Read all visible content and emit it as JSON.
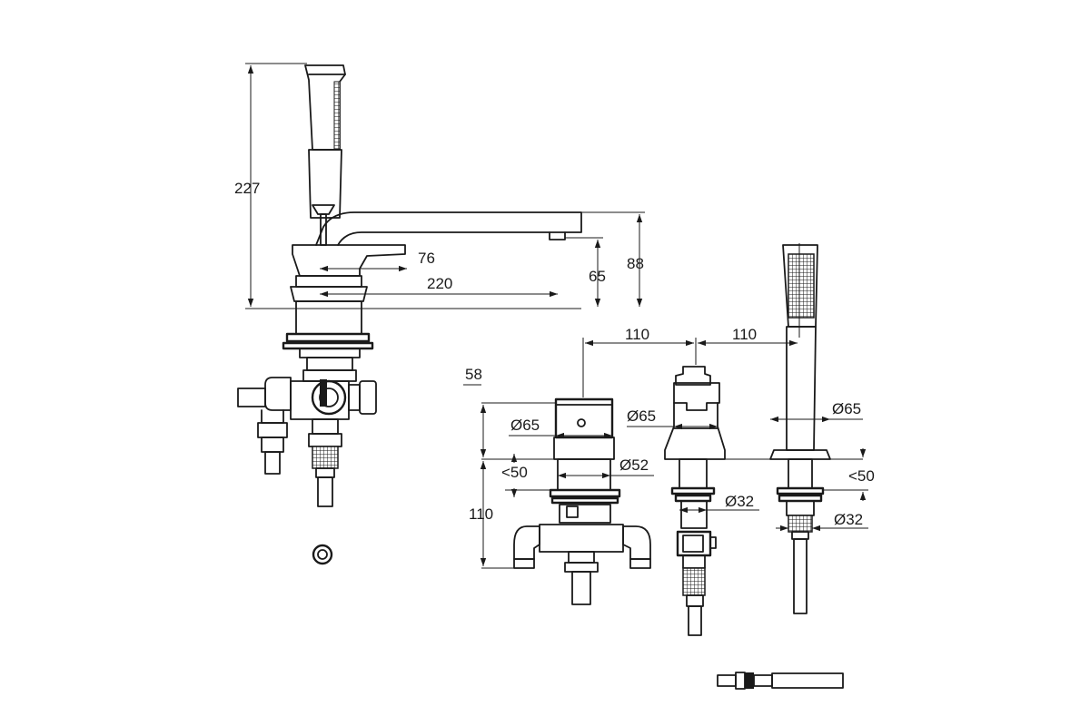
{
  "dimensions": {
    "height_total": "227",
    "spout_reach": "220",
    "lever_offset": "76",
    "spout_height_under": "65",
    "spout_height_top": "88",
    "spacing_left": "110",
    "spacing_right": "110",
    "top_offset": "58",
    "lower_height": "110",
    "dia_65_left": "Ø65",
    "dia_52": "Ø52",
    "max_50_left": "<50",
    "dia_65_middle": "Ø65",
    "dia_32_middle": "Ø32",
    "dia_65_right": "Ø65",
    "max_50_right": "<50",
    "dia_32_right": "Ø32"
  }
}
